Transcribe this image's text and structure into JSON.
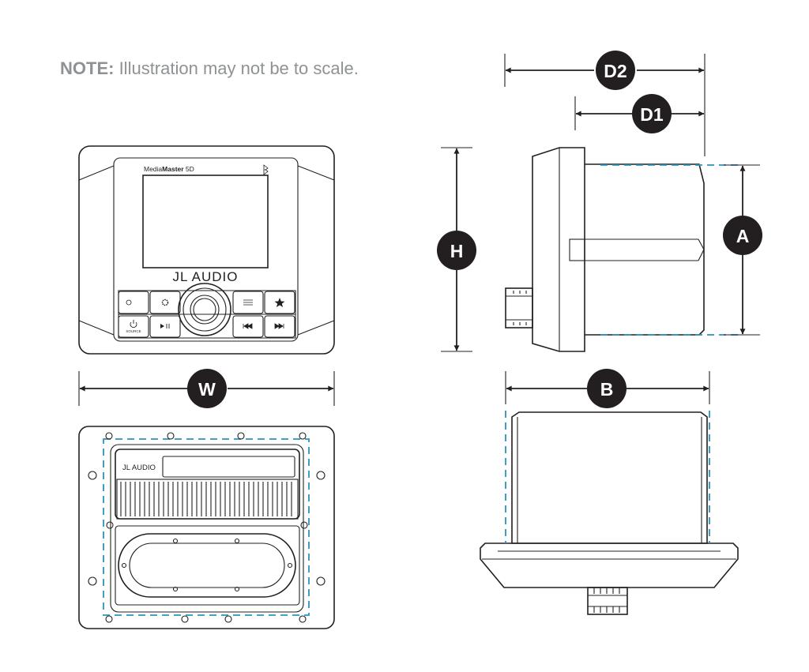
{
  "note": {
    "label": "NOTE:",
    "text": " Illustration may not be to scale."
  },
  "dimensions": {
    "w": "W",
    "h": "H",
    "a": "A",
    "b": "B",
    "d1": "D1",
    "d2": "D2"
  },
  "device": {
    "model_prefix": "Media",
    "model_bold": "Master",
    "model_suffix": " 5D",
    "brand": "JL AUDIO",
    "brand_rear": "JL AUDIO",
    "source_label": "SOURCE"
  },
  "colors": {
    "line": "#231f20",
    "dashed_outline": "#2b93bf",
    "note": "#8f9294"
  }
}
